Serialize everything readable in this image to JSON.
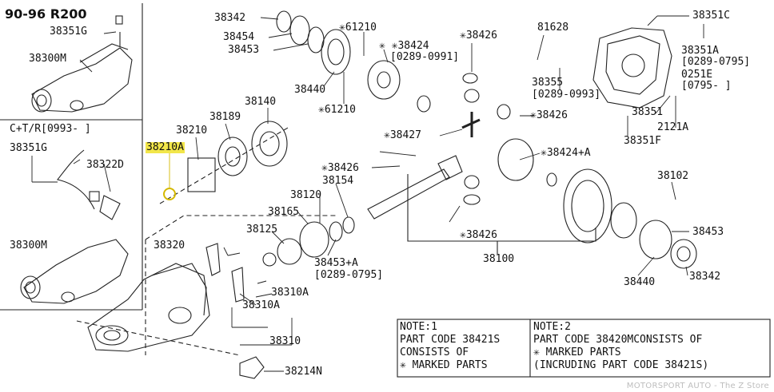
{
  "title": "90-96 R200",
  "section_label": "C+T/R[0993-   ]",
  "labels": {
    "l_38351G_top": "38351G",
    "l_38300M_top": "38300M",
    "l_38351G_mid": "38351G",
    "l_38322D": "38322D",
    "l_38300M_bot": "38300M",
    "l_38342_top": "38342",
    "l_38454": "38454",
    "l_38453_top": "38453",
    "l_61210_top": "✳61210",
    "l_38440_top": "38440",
    "l_61210_mid": "✳61210",
    "l_38424_top": "✳  ✳38424",
    "l_38424_range": "[0289-0991]",
    "l_38426_a": "✳38426",
    "l_81628": "81628",
    "l_38351C": "38351C",
    "l_38351A": "38351A",
    "l_38351A_range": "[0289-0795]",
    "l_0251E": "0251E",
    "l_0251E_range": "[0795-     ]",
    "l_38355": "38355",
    "l_38355_range": "[0289-0993]",
    "l_38351": "38351",
    "l_2121A": "2121A",
    "l_38351F": "38351F",
    "l_38426_b": "✳38426",
    "l_38427": "✳38427",
    "l_38424A": "✳38424+A",
    "l_38426_c": "✳38426",
    "l_38210A": "38210A",
    "l_38210": "38210",
    "l_38189": "38189",
    "l_38140": "38140",
    "l_38154": "38154",
    "l_38120": "38120",
    "l_38165": "38165",
    "l_38125": "38125",
    "l_38453A": "38453+A",
    "l_38453A_range": "[0289-0795]",
    "l_38426_d": "✳38426",
    "l_38100": "38100",
    "l_38102": "38102",
    "l_38453_right": "38453",
    "l_38440_right": "38440",
    "l_38342_right": "38342",
    "l_38320": "38320",
    "l_38310A_top": "38310A",
    "l_38310A": "38310A",
    "l_38310": "38310",
    "l_38214N": "38214N"
  },
  "highlight": {
    "part": "38210A",
    "color": "#f2e64a"
  },
  "notes": {
    "note1": [
      "NOTE:1",
      "PART CODE 38421S",
      "CONSISTS OF",
      "✳ MARKED PARTS"
    ],
    "note2": [
      "NOTE:2",
      "PART CODE 38420MCONSISTS OF",
      "✳ MARKED PARTS",
      "(INCRUDING PART  CODE 38421S)"
    ]
  },
  "watermark": "MOTORSPORT AUTO - The Z Store"
}
